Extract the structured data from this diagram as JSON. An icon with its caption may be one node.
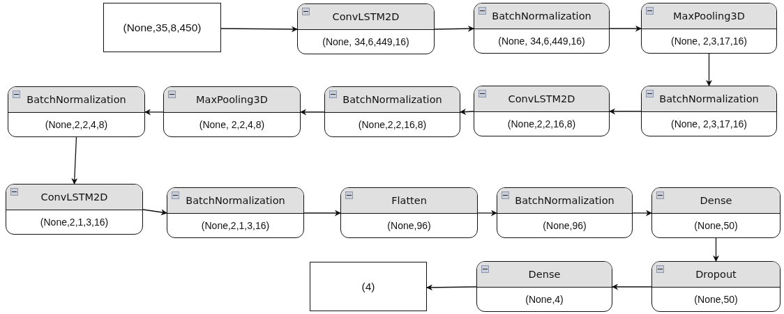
{
  "diagram": {
    "nodes": [
      {
        "text": [
          "(None,35,8,450)"
        ]
      },
      {
        "text": [
          "ConvLSTM2D",
          "(None, 34,6,449,16)"
        ]
      },
      {
        "text": [
          "BatchNormalization",
          "(None, 34,6,449,16)"
        ]
      },
      {
        "text": [
          "MaxPooling3D",
          "(None, 2,3,17,16)"
        ]
      },
      {
        "text": [
          "BatchNormalization",
          "(None, 2,3,17,16)"
        ]
      },
      {
        "text": [
          "ConvLSTM2D",
          "(None,2,2,16,8)"
        ]
      },
      {
        "text": [
          "BatchNormalization",
          "(None,2,2,16,8)"
        ]
      },
      {
        "text": [
          "MaxPooling3D",
          "(None, 2,2,4,8)"
        ]
      },
      {
        "text": [
          "BatchNormalization",
          "(None,2,2,4,8)"
        ]
      },
      {
        "text": [
          "ConvLSTM2D",
          "(None,2,1,3,16)"
        ]
      },
      {
        "text": [
          "BatchNormalization",
          "(None,2,1,3,16)"
        ]
      },
      {
        "text": [
          "Flatten",
          "(None,96)"
        ]
      },
      {
        "text": [
          "BatchNormalization",
          "(None,96)"
        ]
      },
      {
        "text": [
          "Dense",
          "(None,50)"
        ]
      },
      {
        "text": [
          "Dropout",
          "(None,50)"
        ]
      },
      {
        "text": [
          "Dense",
          "(None,4)"
        ]
      },
      {
        "text": [
          "(4)"
        ]
      }
    ],
    "edges": [
      {
        "from": 0,
        "to": 1,
        "arrow": "to"
      },
      {
        "from": 1,
        "to": 2,
        "arrow": "to"
      },
      {
        "from": 2,
        "to": 3,
        "arrow": "to"
      },
      {
        "from": 3,
        "to": 4,
        "arrow": "to"
      },
      {
        "from": 4,
        "to": 5,
        "arrow": "to"
      },
      {
        "from": 5,
        "to": 6,
        "arrow": "to"
      },
      {
        "from": 6,
        "to": 7,
        "arrow": "to"
      },
      {
        "from": 7,
        "to": 8,
        "arrow": "to"
      },
      {
        "from": 8,
        "to": 9,
        "arrow": "to"
      },
      {
        "from": 9,
        "to": 10,
        "arrow": "to"
      },
      {
        "from": 10,
        "to": 11,
        "arrow": "to"
      },
      {
        "from": 11,
        "to": 12,
        "arrow": "to"
      },
      {
        "from": 12,
        "to": 13,
        "arrow": "to"
      },
      {
        "from": 13,
        "to": 14,
        "arrow": "to"
      },
      {
        "from": 14,
        "to": 15,
        "arrow": "to"
      },
      {
        "from": 15,
        "to": 16,
        "arrow": "to"
      }
    ]
  }
}
